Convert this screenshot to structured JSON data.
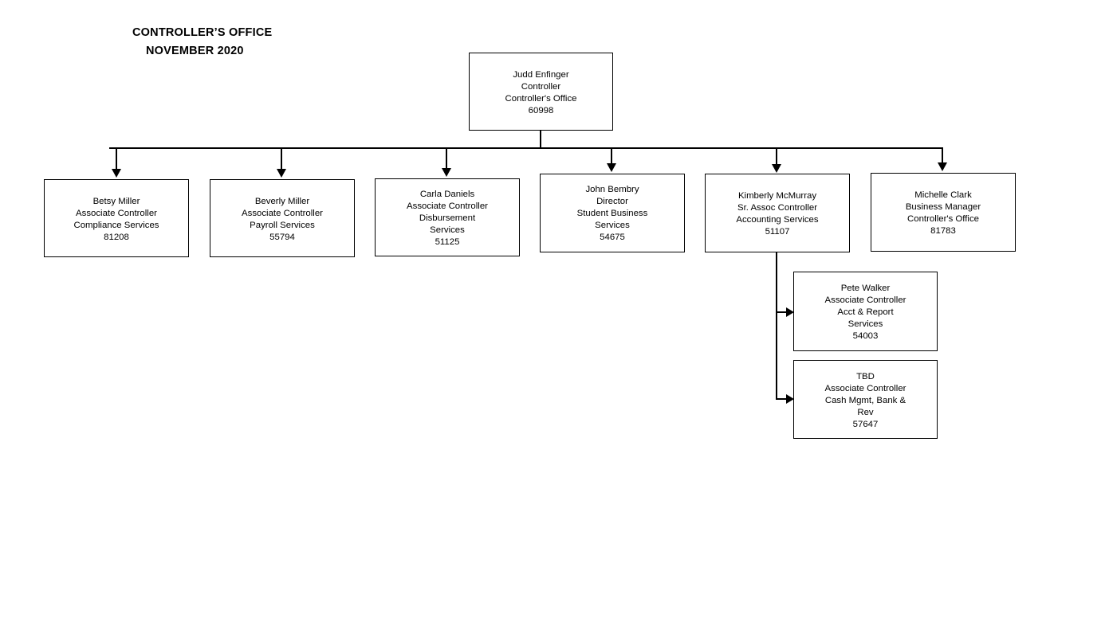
{
  "title": {
    "line1": "CONTROLLER’S OFFICE",
    "line2": "NOVEMBER 2020"
  },
  "root": {
    "name": "Judd Enfinger",
    "role": "Controller",
    "department": "Controller's Office",
    "extension": "60998"
  },
  "direct_reports": [
    {
      "name": "Betsy Miller",
      "role": "Associate Controller",
      "department": "Compliance Services",
      "extension": "81208"
    },
    {
      "name": "Beverly Miller",
      "role": "Associate Controller",
      "department": "Payroll Services",
      "extension": "55794"
    },
    {
      "name": "Carla Daniels",
      "role": "Associate Controller",
      "department_line1": "Disbursement",
      "department_line2": "Services",
      "extension": "51125"
    },
    {
      "name": "John Bembry",
      "role": "Director",
      "department_line1": "Student Business",
      "department_line2": "Services",
      "extension": "54675"
    },
    {
      "name": "Kimberly McMurray",
      "role": "Sr. Assoc Controller",
      "department": "Accounting Services",
      "extension": "51107"
    },
    {
      "name": "Michelle Clark",
      "role": "Business Manager",
      "department": "Controller's Office",
      "extension": "81783"
    }
  ],
  "sub_reports": [
    {
      "name": "Pete Walker",
      "role": "Associate Controller",
      "department_line1": "Acct & Report",
      "department_line2": "Services",
      "extension": "54003"
    },
    {
      "name": "TBD",
      "role": "Associate Controller",
      "department_line1": "Cash Mgmt, Bank &",
      "department_line2": "Rev",
      "extension": "57647"
    }
  ],
  "colors": {
    "line": "#000000",
    "box_fill": "#ffffff",
    "text": "#000000"
  }
}
